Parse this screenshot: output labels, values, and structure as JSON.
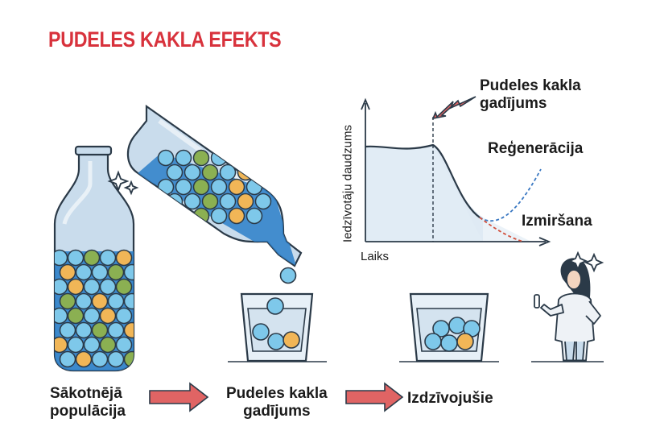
{
  "title": "PUDELES KAKLA EFEKTS",
  "colors": {
    "title": "#d8323c",
    "arrow": "#e06464",
    "glass": "#c9dcec",
    "glass_outline": "#2b3a48",
    "marble_blue": "#7ec8ea",
    "marble_dark_blue": "#2c7fc9",
    "marble_green": "#8bb052",
    "marble_orange": "#f1b657",
    "regeneration_line": "#3a78c2",
    "extinction_line": "#d2503d"
  },
  "stages": {
    "initial": {
      "line1": "Sākotnējā",
      "line2": "populācija"
    },
    "bottleneck": {
      "line1": "Pudeles kakla",
      "line2": "gadījums"
    },
    "survivors": {
      "label": "Izdzīvojušie"
    }
  },
  "graph": {
    "x_label": "Laiks",
    "y_label": "Iedzīvotāju daudzums",
    "bottleneck_line1": "Pudeles kakla",
    "bottleneck_line2": "gadījums",
    "regeneration": "Reģenerācija",
    "extinction": "Izmiršana"
  },
  "icons": [
    "sparkle-icon",
    "right-arrow-icon",
    "scientist-figure"
  ]
}
